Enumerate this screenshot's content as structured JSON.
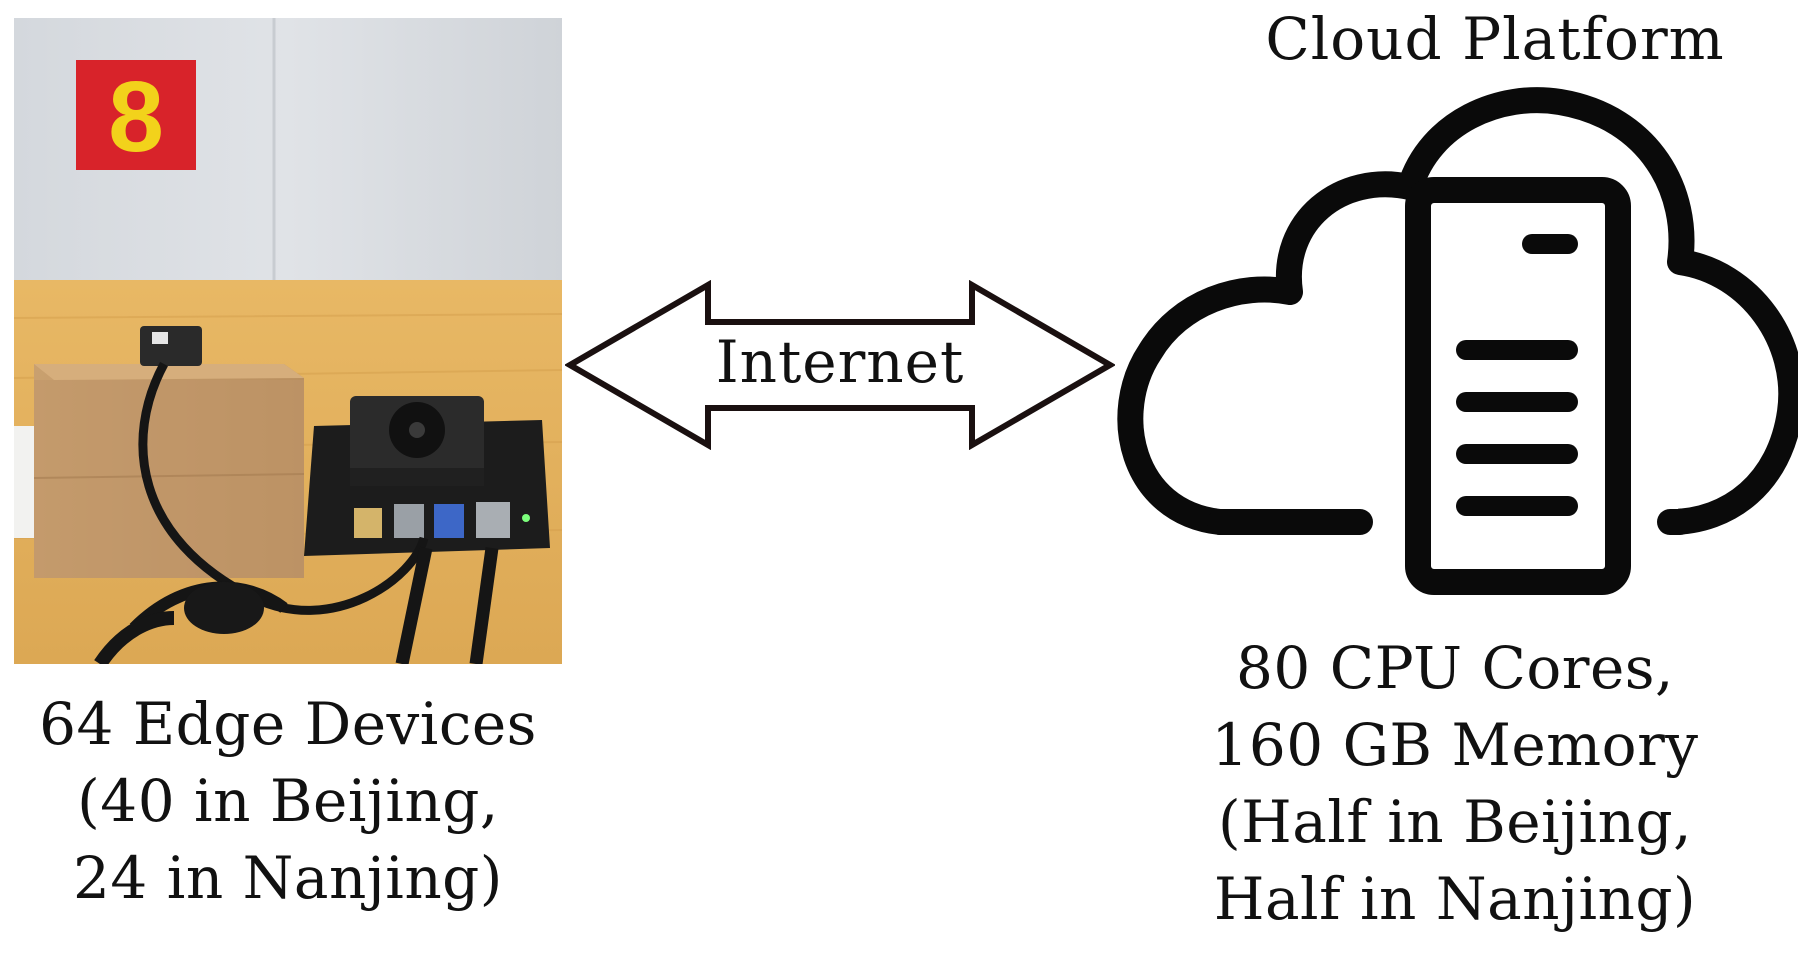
{
  "edge": {
    "photo_icon": "edge-device-photo",
    "sign_number": "8",
    "caption_lines": [
      "64 Edge Devices",
      "(40 in Beijing,",
      "24 in Nanjing)"
    ]
  },
  "link": {
    "label": "Internet",
    "icon": "double-arrow-icon"
  },
  "cloud": {
    "title": "Cloud Platform",
    "icon": "cloud-server-icon",
    "caption_lines": [
      "80 CPU Cores,",
      "160 GB Memory",
      "(Half in Beijing,",
      "Half in Nanjing)"
    ]
  },
  "colors": {
    "sign_red": "#d8232a",
    "sign_yellow": "#f2d21b",
    "table_wood": "#e3b25e",
    "wall": "#d9dde2",
    "box_cardboard": "#c49a6c",
    "board_black": "#1c1c1c"
  }
}
